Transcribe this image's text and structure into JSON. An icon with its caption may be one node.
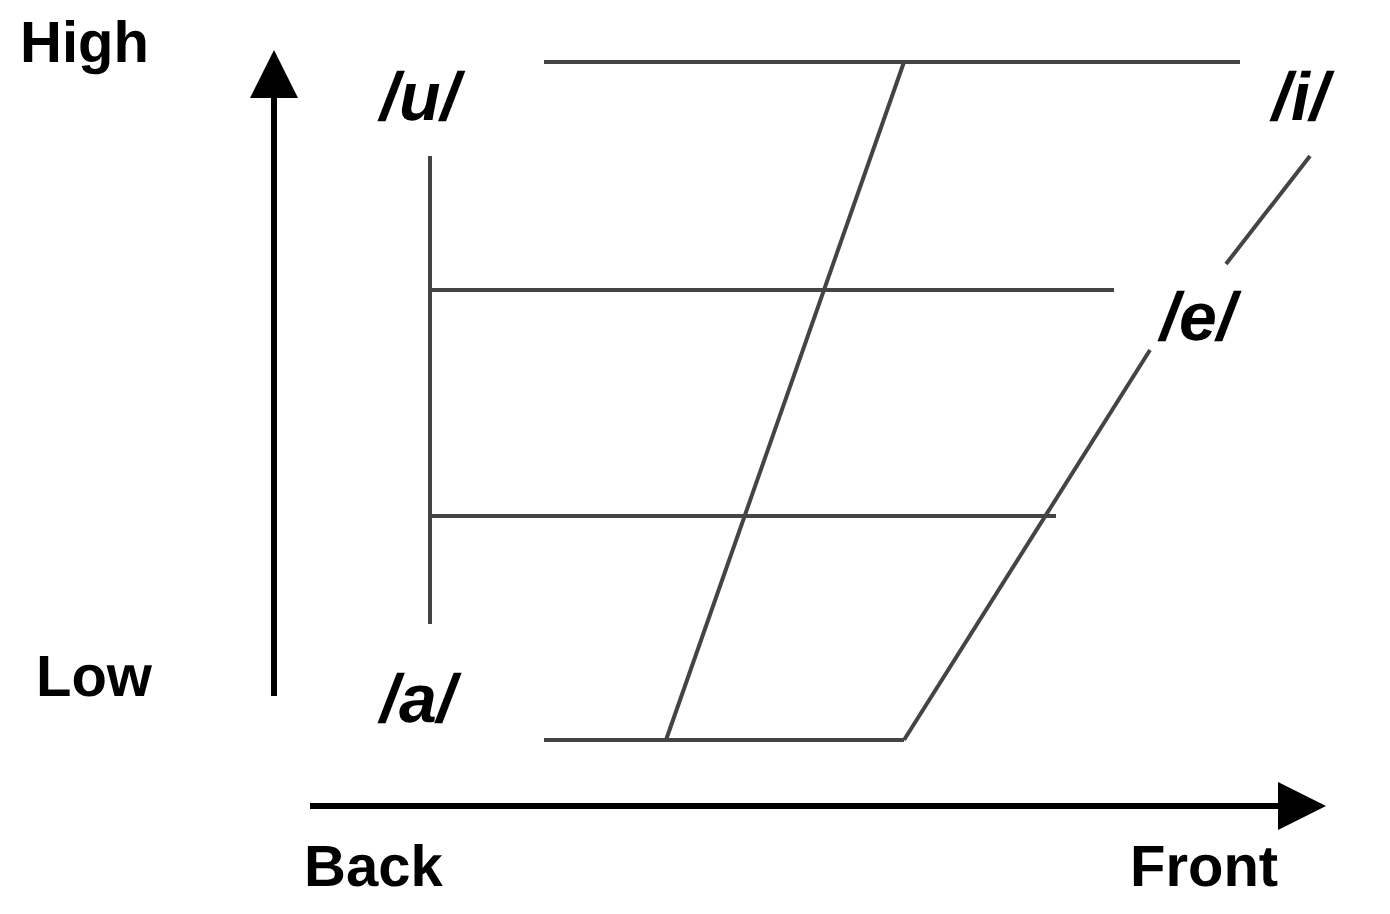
{
  "diagram": {
    "labels": [
      "High",
      "/u/",
      "/i/",
      "/e/",
      "Low",
      "/a/",
      "Back",
      "Front"
    ]
  }
}
